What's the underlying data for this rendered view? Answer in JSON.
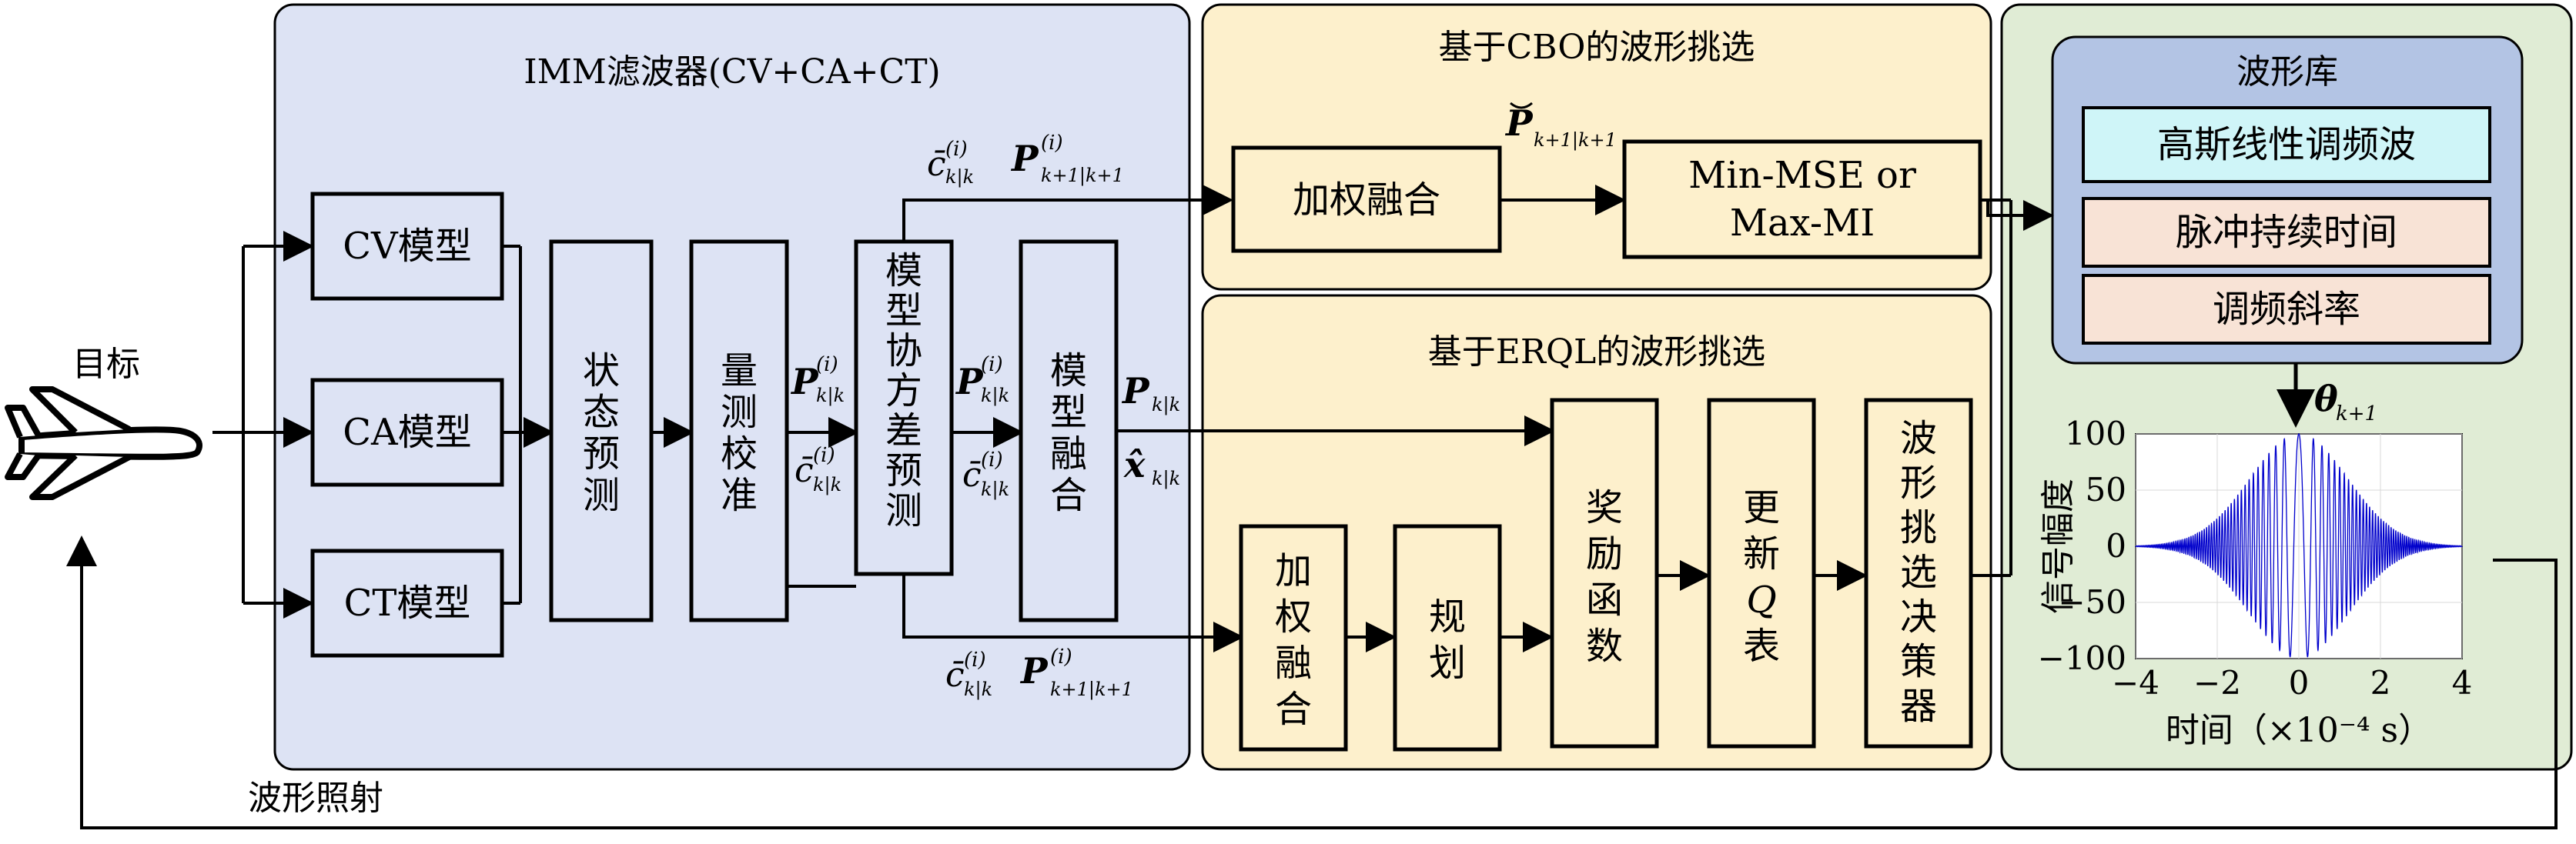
{
  "colors": {
    "imm_panel": "#dde3f4",
    "cbo_panel": "#fdf0cc",
    "erql_panel": "#fdf0cc",
    "lib_outer_panel": "#e0ecd5",
    "lib_inner_panel": "#b3c4e4",
    "lib_row1": "#cff5f8",
    "lib_row2": "#f8e3d6",
    "lib_row3": "#f8e3d6",
    "curve": "#0000cc"
  },
  "icons": {
    "target": "airplane-icon"
  },
  "target_label": "目标",
  "illumination_label": "波形照射",
  "imm": {
    "title": "IMM滤波器(CV+CA+CT)",
    "cv": "CV模型",
    "ca": "CA模型",
    "ct": "CT模型",
    "state_pred": [
      "状",
      "态",
      "预",
      "测"
    ],
    "meas_update": [
      "量",
      "测",
      "校",
      "准"
    ],
    "model_cov": [
      "模",
      "型",
      "协",
      "方",
      "差",
      "预",
      "测"
    ],
    "model_fusion": [
      "模",
      "型",
      "融",
      "合"
    ]
  },
  "cbo": {
    "title": "基于CBO的波形挑选",
    "weighted_fusion": "加权融合",
    "criterion_line1": "Min-MSE or",
    "criterion_line2": "Max-MI"
  },
  "erql": {
    "title": "基于ERQL的波形挑选",
    "weighted_fusion": [
      "加",
      "权",
      "融",
      "合"
    ],
    "planning": [
      "规",
      "划"
    ],
    "reward": [
      "奖",
      "励",
      "函",
      "数"
    ],
    "update_q": [
      "更",
      "新",
      "Q",
      "表"
    ],
    "decision": [
      "波",
      "形",
      "挑",
      "选",
      "决",
      "策",
      "器"
    ]
  },
  "library": {
    "title": "波形库",
    "rows": [
      "高斯线性调频波",
      "脉冲持续时间",
      "调频斜率"
    ]
  },
  "symbols": {
    "P": "P",
    "x_hat": "x̂",
    "c_bar": "c̄",
    "theta": "θ",
    "sub_kk": "k|k",
    "sub_k1k1": "k+1|k+1",
    "sub_k1": "k+1",
    "sup_i": "(i)"
  },
  "chart_data": {
    "type": "line",
    "title": "",
    "xlabel": "时间（×10⁻⁴ s）",
    "ylabel": "信号幅度",
    "xlim": [
      -4,
      4
    ],
    "ylim": [
      -100,
      100
    ],
    "xticks": [
      "−4",
      "−2",
      "0",
      "2",
      "4"
    ],
    "yticks": [
      "100",
      "50",
      "0",
      "−50",
      "−100"
    ],
    "series": [
      {
        "description_free": true,
        "envelope_peak": 100,
        "envelope_sigma": 1.2,
        "center": 0
      }
    ]
  }
}
